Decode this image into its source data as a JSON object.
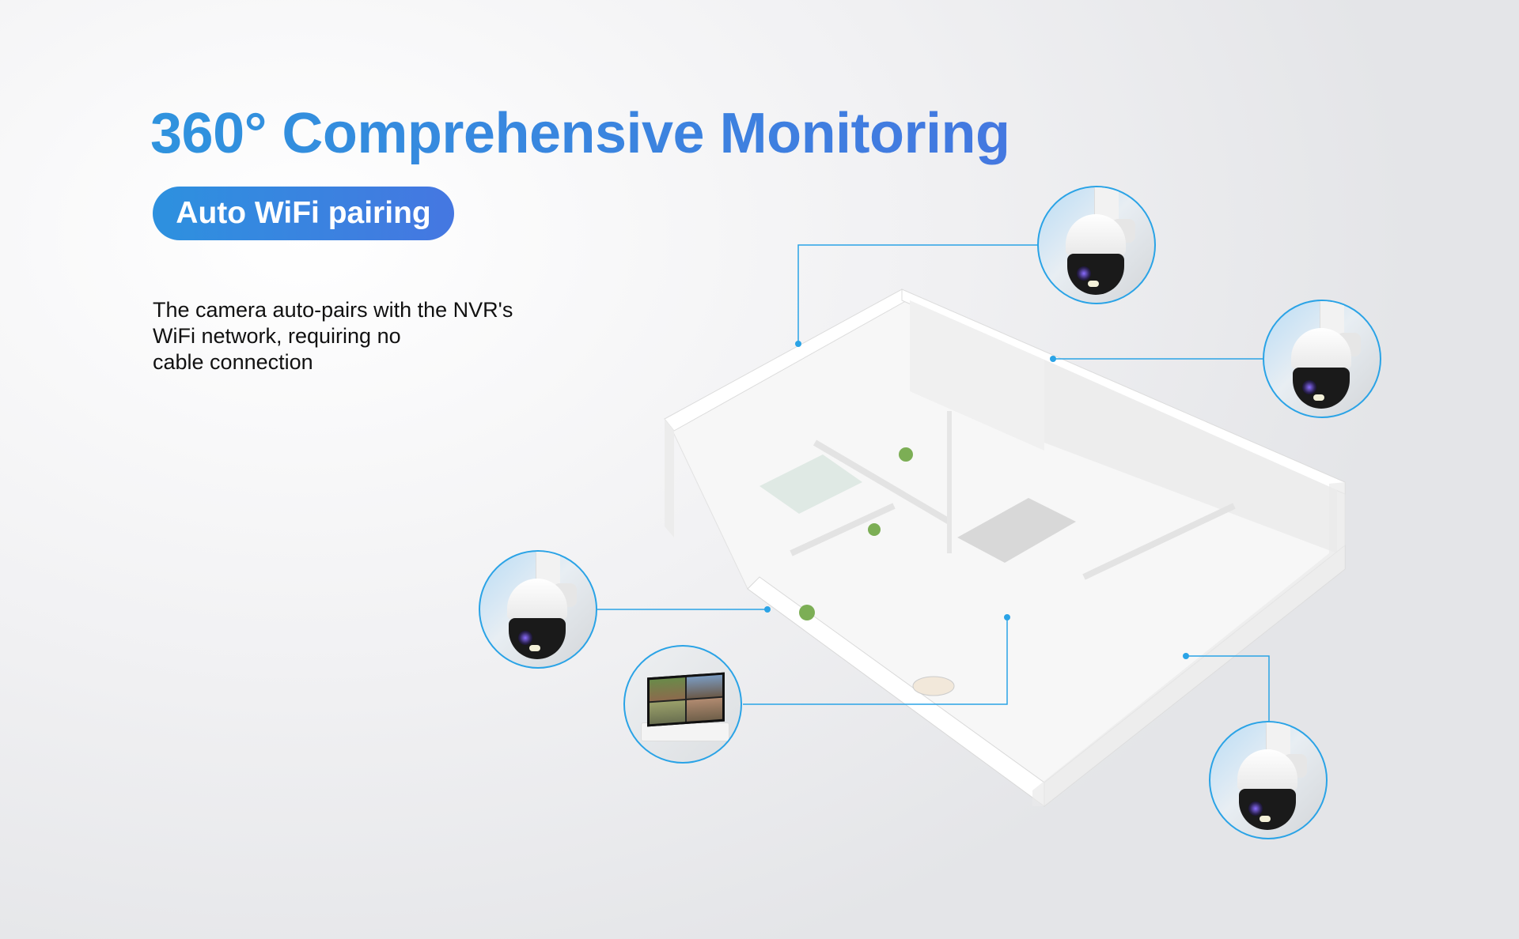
{
  "header": {
    "title": "360° Comprehensive Monitoring",
    "badge": "Auto WiFi pairing"
  },
  "description": {
    "lines": [
      "The camera auto-pairs with the NVR's",
      "WiFi network, requiring no",
      "cable connection"
    ]
  },
  "colors": {
    "accent": "#2aa3e6",
    "title_start": "#2f93de",
    "title_end": "#4478e0"
  },
  "callouts": [
    {
      "icon": "camera-icon"
    },
    {
      "icon": "camera-icon"
    },
    {
      "icon": "camera-icon"
    },
    {
      "icon": "nvr-monitor-icon"
    },
    {
      "icon": "camera-icon"
    }
  ]
}
